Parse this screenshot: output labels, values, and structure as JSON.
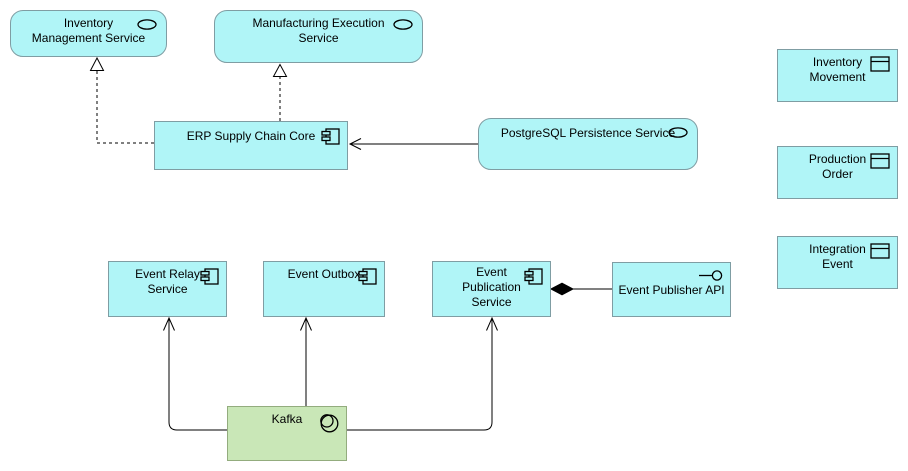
{
  "diagram": {
    "kind": "archimate-view",
    "background": "white"
  },
  "colors": {
    "app_fill": "#B0F5F7",
    "app_border": "#7F9DA3",
    "tech_fill": "#C9E7B7",
    "tech_border": "#93AC7E",
    "edge": "#000000",
    "background": "#FFFFFF"
  },
  "nodes": {
    "ims": {
      "label": "Inventory\nManagement Service",
      "type": "application-service"
    },
    "mes": {
      "label": "Manufacturing Execution\nService",
      "type": "application-service"
    },
    "erp": {
      "label": "ERP Supply Chain Core",
      "type": "application-component"
    },
    "pg": {
      "label": "PostgreSQL Persistence Service",
      "type": "application-service"
    },
    "inv_movement": {
      "label": "Inventory\nMovement",
      "type": "data-object"
    },
    "prod_order": {
      "label": "Production\nOrder",
      "type": "data-object"
    },
    "int_event": {
      "label": "Integration\nEvent",
      "type": "data-object"
    },
    "relay": {
      "label": "Event Relay\nService",
      "type": "application-component"
    },
    "outbox": {
      "label": "Event Outbox",
      "type": "application-component"
    },
    "eps": {
      "label": "Event\nPublication\nService",
      "type": "application-component"
    },
    "epa": {
      "label": "Event Publisher API",
      "type": "application-interface"
    },
    "kafka": {
      "label": "Kafka",
      "type": "system-software"
    }
  },
  "edges": [
    {
      "from": "erp",
      "to": "ims",
      "type": "realization"
    },
    {
      "from": "erp",
      "to": "mes",
      "type": "realization"
    },
    {
      "from": "pg",
      "to": "erp",
      "type": "serving"
    },
    {
      "from": "eps",
      "to": "epa",
      "type": "composition"
    },
    {
      "from": "kafka",
      "to": "relay",
      "type": "serving"
    },
    {
      "from": "kafka",
      "to": "outbox",
      "type": "serving"
    },
    {
      "from": "kafka",
      "to": "eps",
      "type": "serving"
    }
  ]
}
